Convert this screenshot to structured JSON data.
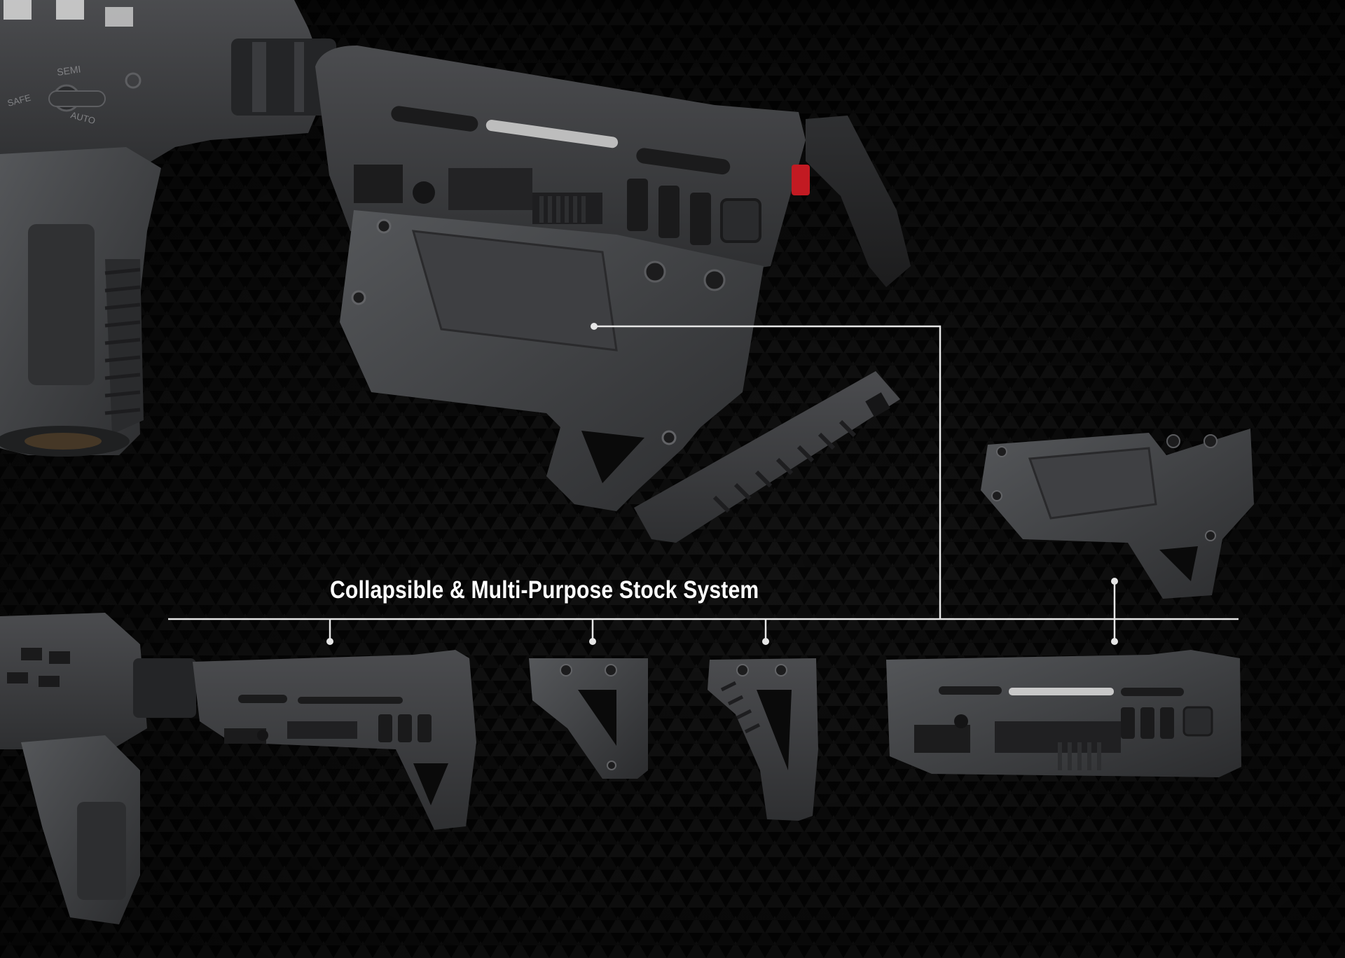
{
  "headline": "Collapsible & Multi-Purpose Stock System",
  "receiver_markings": {
    "safe": "SAFE",
    "semi": "SEMI",
    "auto": "AUTO"
  },
  "colors": {
    "background": "#050505",
    "pattern": "#141414",
    "polymer": "#3a3b3d",
    "polymer_highlight": "#55575a",
    "callout_line": "#e6e6e6",
    "latch_accent": "#c21a22"
  }
}
